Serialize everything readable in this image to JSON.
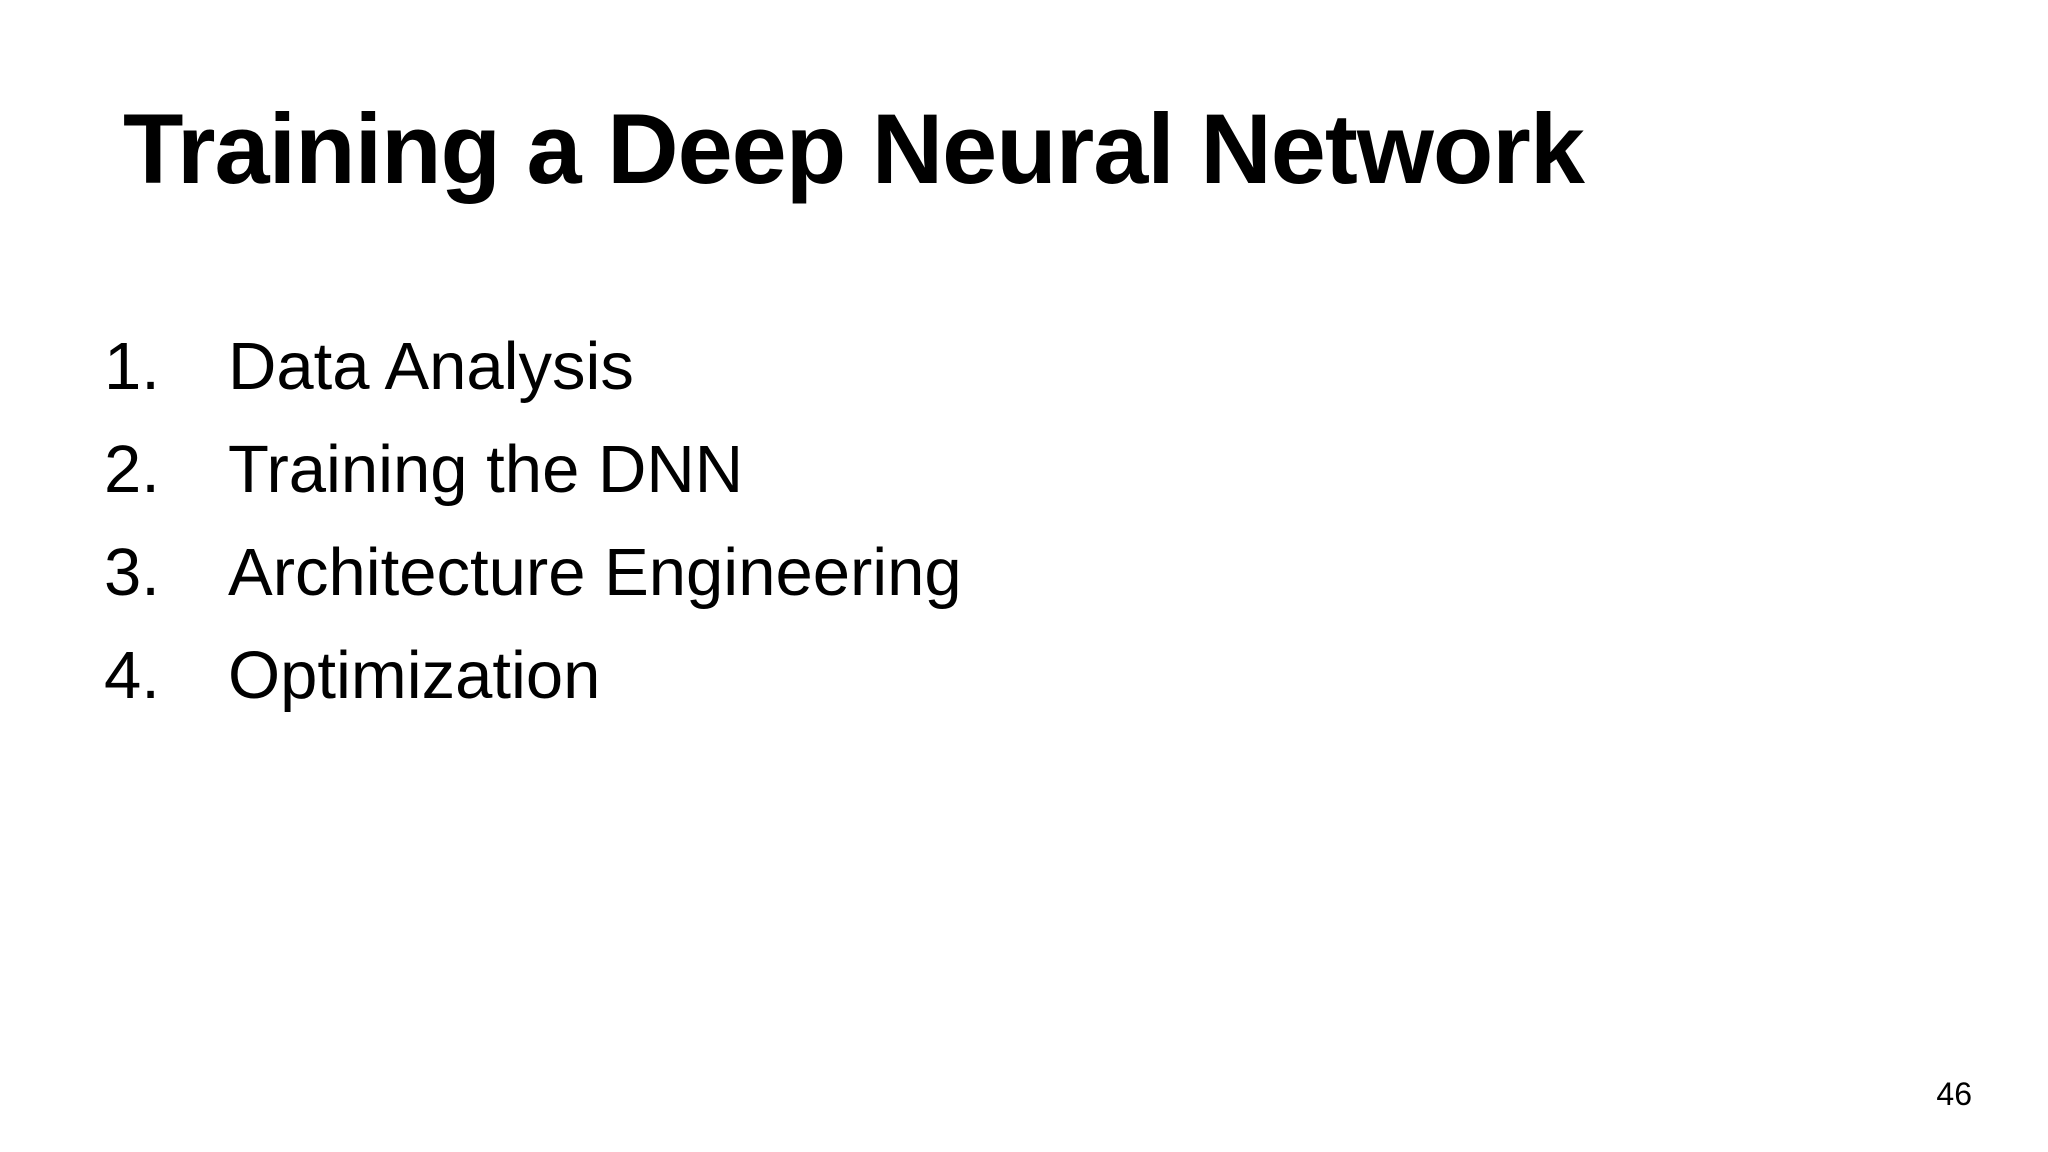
{
  "slide": {
    "title": "Training a Deep Neural Network",
    "page_number": "46",
    "list": {
      "items": [
        {
          "number": "1.",
          "label": "Data Analysis"
        },
        {
          "number": "2.",
          "label": "Training the DNN"
        },
        {
          "number": "3.",
          "label": "Architecture Engineering"
        },
        {
          "number": "4.",
          "label": "Optimization"
        }
      ]
    }
  }
}
